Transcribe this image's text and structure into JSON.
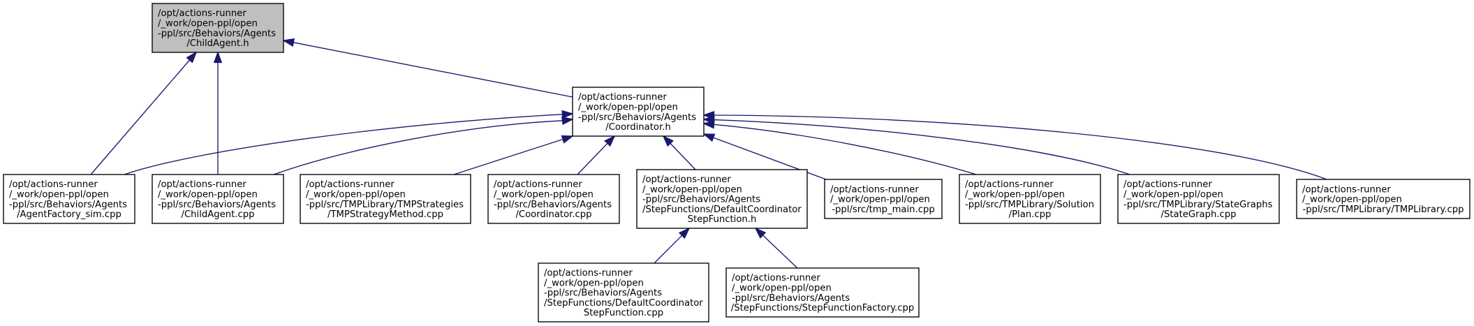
{
  "graph": {
    "nodes": [
      {
        "id": "child_agent_h",
        "root": true,
        "lines": [
          "/opt/actions-runner",
          "/_work/open-ppl/open",
          "-ppl/src/Behaviors/Agents",
          "/ChildAgent.h"
        ]
      },
      {
        "id": "coordinator_h",
        "lines": [
          "/opt/actions-runner",
          "/_work/open-ppl/open",
          "-ppl/src/Behaviors/Agents",
          "/Coordinator.h"
        ]
      },
      {
        "id": "agentfactory_sim_cpp",
        "lines": [
          "/opt/actions-runner",
          "/_work/open-ppl/open",
          "-ppl/src/Behaviors/Agents",
          "/AgentFactory_sim.cpp"
        ]
      },
      {
        "id": "childagent_cpp",
        "lines": [
          "/opt/actions-runner",
          "/_work/open-ppl/open",
          "-ppl/src/Behaviors/Agents",
          "/ChildAgent.cpp"
        ]
      },
      {
        "id": "tmpstrategymethod_cpp",
        "lines": [
          "/opt/actions-runner",
          "/_work/open-ppl/open",
          "-ppl/src/TMPLibrary/TMPStrategies",
          "/TMPStrategyMethod.cpp"
        ]
      },
      {
        "id": "coordinator_cpp",
        "lines": [
          "/opt/actions-runner",
          "/_work/open-ppl/open",
          "-ppl/src/Behaviors/Agents",
          "/Coordinator.cpp"
        ]
      },
      {
        "id": "defaultcoordinatorstepfunction_h",
        "lines": [
          "/opt/actions-runner",
          "/_work/open-ppl/open",
          "-ppl/src/Behaviors/Agents",
          "/StepFunctions/DefaultCoordinator",
          "StepFunction.h"
        ]
      },
      {
        "id": "tmp_main_cpp",
        "lines": [
          "/opt/actions-runner",
          "/_work/open-ppl/open",
          "-ppl/src/tmp_main.cpp"
        ]
      },
      {
        "id": "plan_cpp",
        "lines": [
          "/opt/actions-runner",
          "/_work/open-ppl/open",
          "-ppl/src/TMPLibrary/Solution",
          "/Plan.cpp"
        ]
      },
      {
        "id": "stategraph_cpp",
        "lines": [
          "/opt/actions-runner",
          "/_work/open-ppl/open",
          "-ppl/src/TMPLibrary/StateGraphs",
          "/StateGraph.cpp"
        ]
      },
      {
        "id": "tmplibrary_cpp",
        "lines": [
          "/opt/actions-runner",
          "/_work/open-ppl/open",
          "-ppl/src/TMPLibrary/TMPLibrary.cpp"
        ]
      },
      {
        "id": "defaultcoordinatorstepfunction_cpp",
        "lines": [
          "/opt/actions-runner",
          "/_work/open-ppl/open",
          "-ppl/src/Behaviors/Agents",
          "/StepFunctions/DefaultCoordinator",
          "StepFunction.cpp"
        ]
      },
      {
        "id": "stepfunctionfactory_cpp",
        "lines": [
          "/opt/actions-runner",
          "/_work/open-ppl/open",
          "-ppl/src/Behaviors/Agents",
          "/StepFunctions/StepFunctionFactory.cpp"
        ]
      }
    ],
    "edges": [
      {
        "from": "agentfactory_sim_cpp",
        "to": "child_agent_h"
      },
      {
        "from": "childagent_cpp",
        "to": "child_agent_h"
      },
      {
        "from": "coordinator_h",
        "to": "child_agent_h"
      },
      {
        "from": "agentfactory_sim_cpp",
        "to": "coordinator_h"
      },
      {
        "from": "childagent_cpp",
        "to": "coordinator_h"
      },
      {
        "from": "tmpstrategymethod_cpp",
        "to": "coordinator_h"
      },
      {
        "from": "coordinator_cpp",
        "to": "coordinator_h"
      },
      {
        "from": "defaultcoordinatorstepfunction_h",
        "to": "coordinator_h"
      },
      {
        "from": "tmp_main_cpp",
        "to": "coordinator_h"
      },
      {
        "from": "plan_cpp",
        "to": "coordinator_h"
      },
      {
        "from": "stategraph_cpp",
        "to": "coordinator_h"
      },
      {
        "from": "tmplibrary_cpp",
        "to": "coordinator_h"
      },
      {
        "from": "defaultcoordinatorstepfunction_cpp",
        "to": "defaultcoordinatorstepfunction_h"
      },
      {
        "from": "stepfunctionfactory_cpp",
        "to": "defaultcoordinatorstepfunction_h"
      }
    ],
    "colors": {
      "edge": "#191970",
      "root_fill": "#bfbfbf",
      "node_fill": "#ffffff",
      "border": "#000000"
    }
  }
}
